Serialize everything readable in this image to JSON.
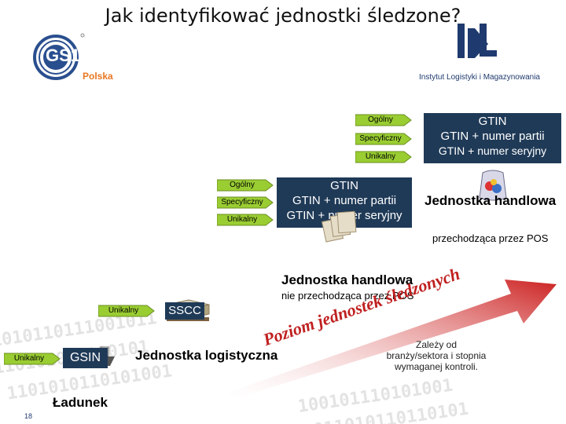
{
  "title": "Jak identyfikować jednostki śledzone?",
  "logos": {
    "gs1_text": "GS1",
    "gs1_country": "Polska",
    "ilim_name": "Instytut Logistyki i Magazynowania"
  },
  "arrows": {
    "general": "Ogólny",
    "specific": "Specyficzny",
    "unique": "Unikalny"
  },
  "code_boxes": [
    {
      "line1": "GTIN",
      "line2": "GTIN + numer partii",
      "line3": "GTIN + numer seryjny"
    },
    {
      "line1": "GTIN",
      "line2": "GTIN + numer partii",
      "line3": "GTIN + numer seryjny"
    }
  ],
  "units": {
    "trade_pos": {
      "title": "Jednostka handlowa",
      "subtitle": "przechodząca przez POS"
    },
    "trade_nonpos": {
      "title": "Jednostka handlowa",
      "subtitle": "nie przechodząca przez POS"
    },
    "logistic": {
      "title": "Jednostka logistyczna"
    },
    "cargo": {
      "title": "Ładunek"
    }
  },
  "codes": {
    "sscc": "SSCC",
    "gsin": "GSIN"
  },
  "tracking_arrow_text": "Poziom jednostek śledzonych",
  "note": {
    "line1": "Zależy od",
    "line2": "branży/sektora i stopnia",
    "line3": "wymaganej kontroli."
  },
  "page_number": "18",
  "colors": {
    "arrow_green": "#9acd32",
    "box_navy": "#1f3a57",
    "tracking_red": "#cc2020",
    "gs1_blue": "#2a4f8f",
    "gs1_orange": "#e87722"
  }
}
